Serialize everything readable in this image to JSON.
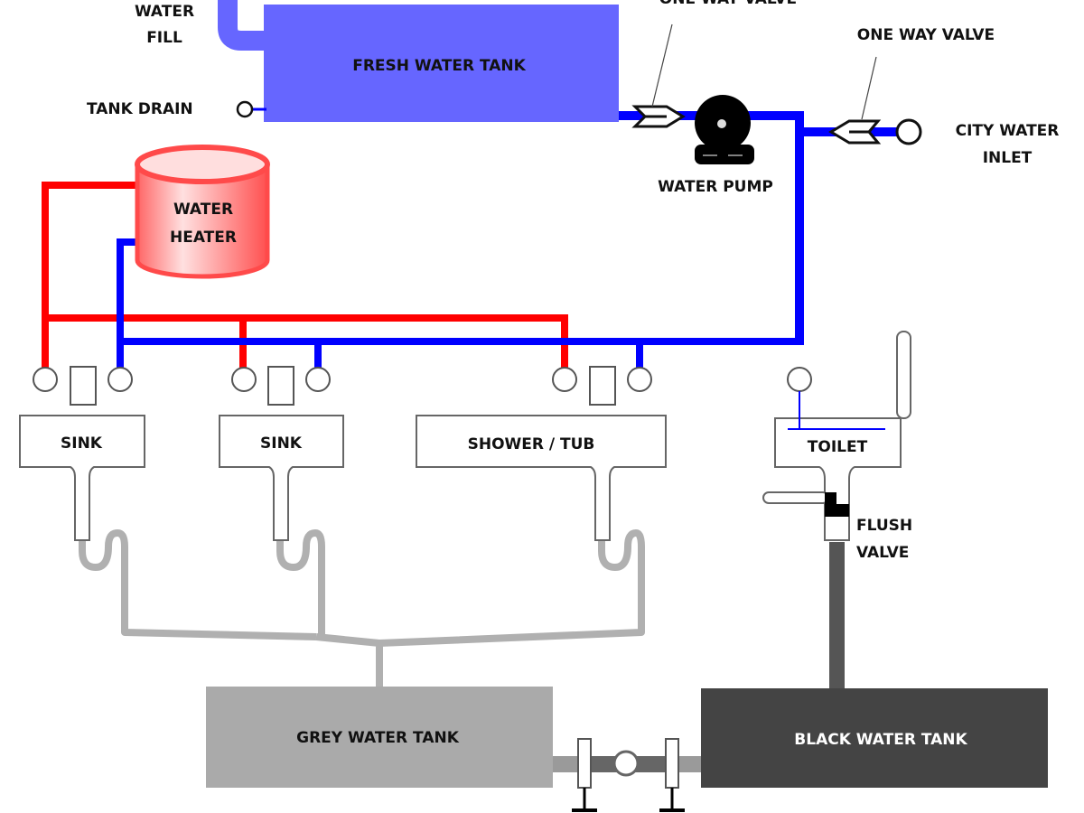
{
  "labels": {
    "water_fill_1": "WATER",
    "water_fill_2": "FILL",
    "fresh_tank": "FRESH WATER TANK",
    "tank_drain": "TANK DRAIN",
    "one_way_valve_top": "ONE WAY VALVE",
    "one_way_valve": "ONE WAY VALVE",
    "water_pump": "WATER PUMP",
    "city_inlet_1": "CITY WATER",
    "city_inlet_2": "INLET",
    "heater_1": "WATER",
    "heater_2": "HEATER",
    "sink1": "SINK",
    "sink2": "SINK",
    "shower": "SHOWER / TUB",
    "toilet": "TOILET",
    "flush_1": "FLUSH",
    "flush_2": "VALVE",
    "grey_tank": "GREY WATER TANK",
    "black_tank": "BLACK WATER TANK"
  },
  "colors": {
    "fresh_water": "#6666ff",
    "cold_pipe": "#0000ff",
    "hot_pipe": "#ff0000",
    "heater": "#ff5555",
    "grey_water": "#b0b0b0",
    "grey_tank": "#aaaaaa",
    "black_tank": "#444444"
  }
}
